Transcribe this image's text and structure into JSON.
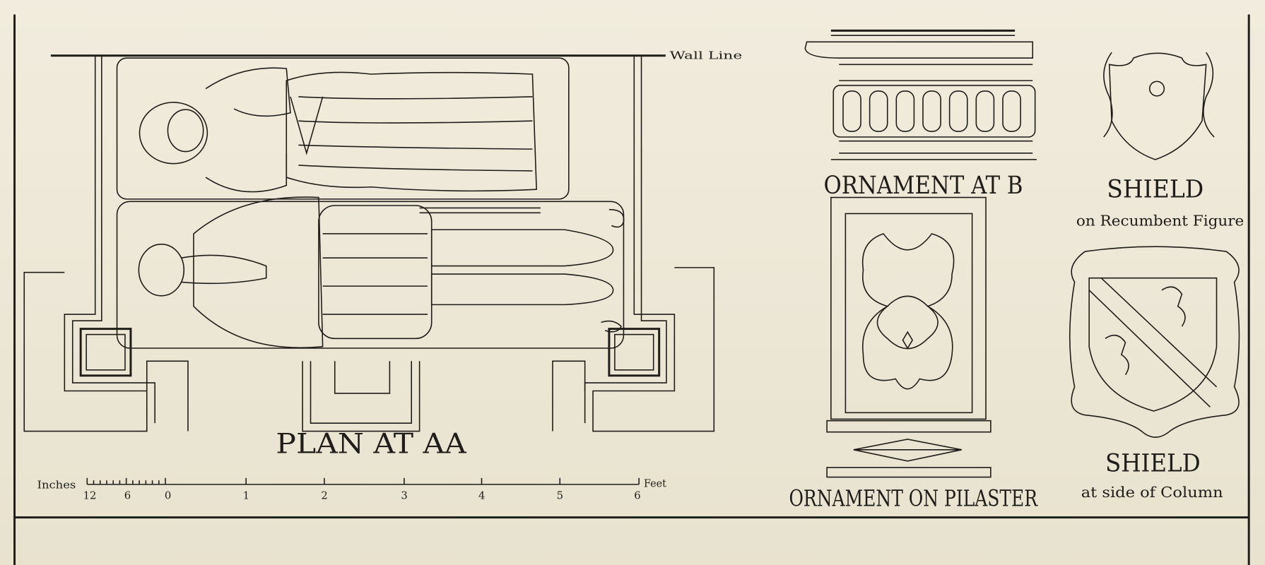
{
  "labels": {
    "wall_line": "Wall Line",
    "plan_title": "PLAN AT AA",
    "ornament_b": "ORNAMENT AT B",
    "ornament_pilaster": "ORNAMENT ON PILASTER",
    "shield_1_title": "SHIELD",
    "shield_1_sub": "on Recumbent Figure",
    "shield_2_title": "SHIELD",
    "shield_2_sub": "at side of Column"
  },
  "scale_bar": {
    "left_label": "Inches",
    "right_label": "Feet",
    "ticks": [
      "12",
      "6",
      "0",
      "1",
      "2",
      "3",
      "4",
      "5",
      "6"
    ]
  },
  "colors": {
    "paper": "#ece6d6",
    "ink": "#1f1d1a"
  }
}
